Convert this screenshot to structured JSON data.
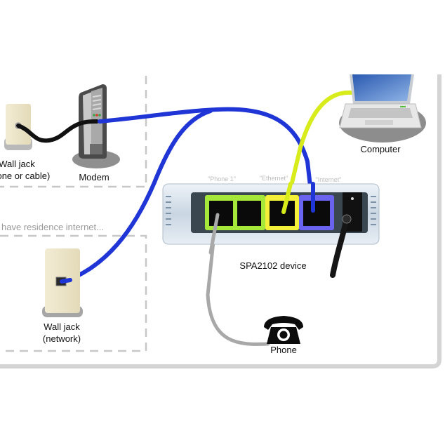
{
  "diagram": {
    "title": "SPA2102 device connection diagram",
    "labels": {
      "wall_jack_top_line1": "Wall jack",
      "wall_jack_top_line2": "(phone or cable)",
      "modem": "Modem",
      "residence_note": "have residence internet...",
      "wall_jack_network_line1": "Wall jack",
      "wall_jack_network_line2": "(network)",
      "computer": "Computer",
      "device": "SPA2102 device",
      "phone": "Phone",
      "port_phone1": "\"Phone 1\"",
      "port_ethernet": "\"Ethernet\"",
      "port_internet": "\"Internet\""
    },
    "nodes": [
      {
        "id": "wall-jack-phone-cable",
        "icon": "wall-jack-icon"
      },
      {
        "id": "modem",
        "icon": "modem-icon"
      },
      {
        "id": "wall-jack-network",
        "icon": "wall-jack-icon"
      },
      {
        "id": "spa2102",
        "icon": "router-device-icon"
      },
      {
        "id": "computer",
        "icon": "laptop-icon"
      },
      {
        "id": "phone",
        "icon": "rotary-phone-icon"
      }
    ],
    "connections": [
      {
        "from": "wall-jack-phone-cable",
        "to": "modem",
        "cable_color": "#111111"
      },
      {
        "from": "modem",
        "to": "spa2102 Internet port",
        "cable_color": "#1f35d6"
      },
      {
        "from": "wall-jack-network",
        "to": "spa2102 Internet port",
        "cable_color": "#1f35d6"
      },
      {
        "from": "computer",
        "to": "spa2102 Ethernet port",
        "cable_color": "#d8ec1c"
      },
      {
        "from": "phone",
        "to": "spa2102 Phone 1 port",
        "cable_color": "#a8a8a8"
      }
    ],
    "colors": {
      "port_phone": "#a6e83a",
      "port_ethernet": "#f4f03a",
      "port_internet": "#6a63f0",
      "dashed_border": "#c8c8c8",
      "panel_border": "#d4d4d4"
    }
  }
}
